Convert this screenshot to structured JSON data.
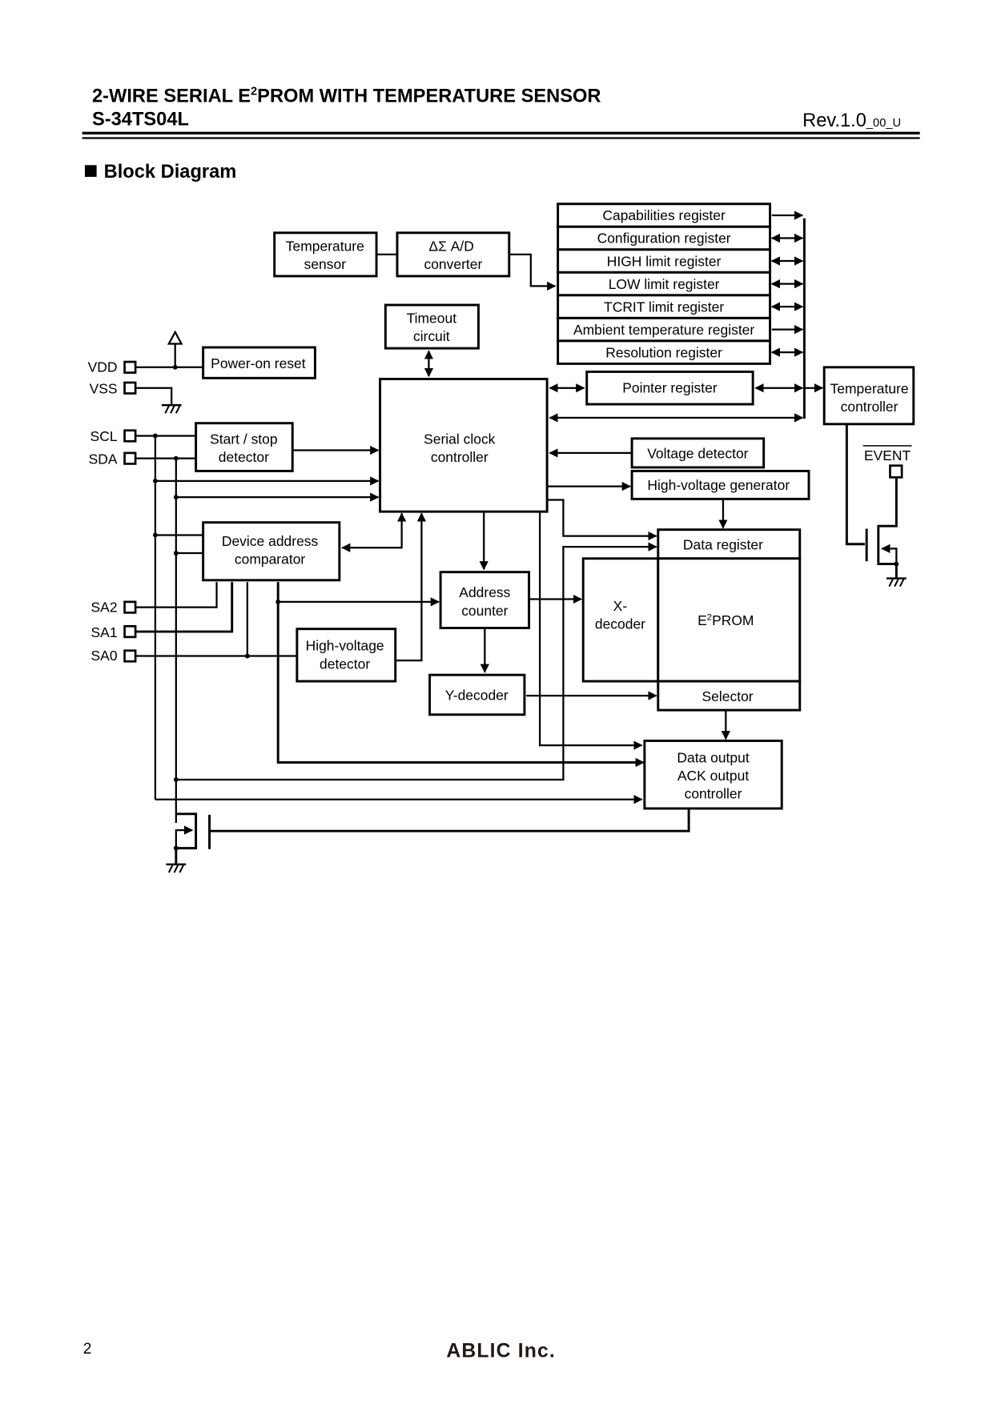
{
  "header": {
    "title_prefix": "2-WIRE SERIAL E",
    "title_sup": "2",
    "title_suffix": "PROM WITH TEMPERATURE SENSOR",
    "part_number": "S-34TS04L",
    "revision": "Rev.1.0",
    "revision_suffix": "_00_U"
  },
  "section": {
    "bullet": "■",
    "title": "Block Diagram"
  },
  "diagram": {
    "blocks": {
      "temperature_sensor": [
        "Temperature",
        "sensor"
      ],
      "ad_converter": [
        "ΔΣ A/D",
        "converter"
      ],
      "timeout_circuit": [
        "Timeout",
        "circuit"
      ],
      "power_on_reset": "Power-on reset",
      "start_stop_detector": [
        "Start / stop",
        "detector"
      ],
      "serial_clock_controller": [
        "Serial clock",
        "controller"
      ],
      "pointer_register": "Pointer register",
      "voltage_detector": "Voltage detector",
      "high_voltage_generator": "High-voltage generator",
      "device_address_comparator": [
        "Device address",
        "comparator"
      ],
      "address_counter": [
        "Address",
        "counter"
      ],
      "high_voltage_detector": [
        "High-voltage",
        "detector"
      ],
      "y_decoder": "Y-decoder",
      "data_register": "Data register",
      "x_decoder": [
        "X-",
        "decoder"
      ],
      "eeprom_prefix": "E",
      "eeprom_sup": "2",
      "eeprom_suffix": "PROM",
      "selector": "Selector",
      "data_output_controller": [
        "Data output",
        "ACK output",
        "controller"
      ],
      "temperature_controller": [
        "Temperature",
        "controller"
      ]
    },
    "registers": [
      {
        "label": "Capabilities register",
        "direction": "out"
      },
      {
        "label": "Configuration register",
        "direction": "bidirectional"
      },
      {
        "label": "HIGH limit register",
        "direction": "bidirectional"
      },
      {
        "label": "LOW limit register",
        "direction": "bidirectional"
      },
      {
        "label": "TCRIT limit register",
        "direction": "bidirectional"
      },
      {
        "label": "Ambient temperature register",
        "direction": "out"
      },
      {
        "label": "Resolution register",
        "direction": "bidirectional"
      }
    ],
    "pins": {
      "vdd": "VDD",
      "vss": "VSS",
      "scl": "SCL",
      "sda": "SDA",
      "sa2": "SA2",
      "sa1": "SA1",
      "sa0": "SA0",
      "event": "EVENT"
    },
    "icons": {
      "supply": "vdd-supply-triangle-icon",
      "ground": "ground-icon",
      "transistor": "nmos-transistor-icon",
      "pin": "pin-square-icon",
      "junction": "junction-dot-icon"
    }
  },
  "footer": {
    "page_number": "2",
    "company": "ABLIC Inc."
  }
}
